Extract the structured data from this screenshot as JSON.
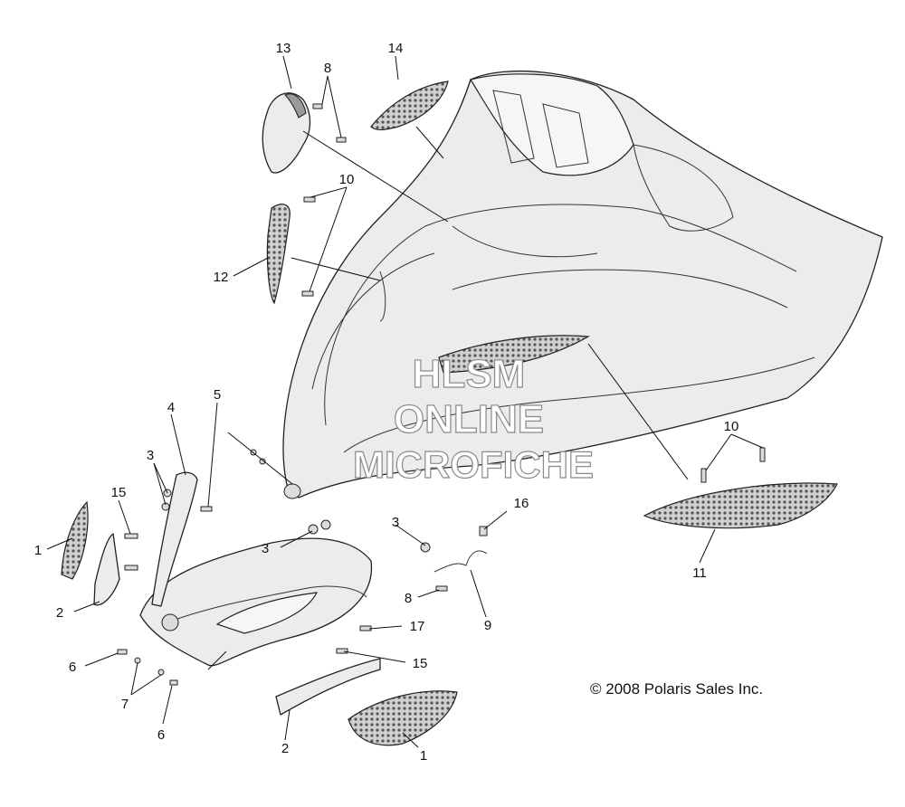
{
  "callouts": [
    {
      "id": "c13",
      "label": "13"
    },
    {
      "id": "c8a",
      "label": "8"
    },
    {
      "id": "c14",
      "label": "14"
    },
    {
      "id": "c10a",
      "label": "10"
    },
    {
      "id": "c12",
      "label": "12"
    },
    {
      "id": "c4",
      "label": "4"
    },
    {
      "id": "c5",
      "label": "5"
    },
    {
      "id": "c3a",
      "label": "3"
    },
    {
      "id": "c15a",
      "label": "15"
    },
    {
      "id": "c1a",
      "label": "1"
    },
    {
      "id": "c3b",
      "label": "3"
    },
    {
      "id": "c3c",
      "label": "3"
    },
    {
      "id": "c16",
      "label": "16"
    },
    {
      "id": "c10b",
      "label": "10"
    },
    {
      "id": "c11",
      "label": "11"
    },
    {
      "id": "c2a",
      "label": "2"
    },
    {
      "id": "c8b",
      "label": "8"
    },
    {
      "id": "c9",
      "label": "9"
    },
    {
      "id": "c17",
      "label": "17"
    },
    {
      "id": "c6a",
      "label": "6"
    },
    {
      "id": "c15b",
      "label": "15"
    },
    {
      "id": "c7",
      "label": "7"
    },
    {
      "id": "c6b",
      "label": "6"
    },
    {
      "id": "c2b",
      "label": "2"
    },
    {
      "id": "c1b",
      "label": "1"
    }
  ],
  "watermark": {
    "line1": "HLSM",
    "line2": "ONLINE",
    "line3": "MICROFICHE"
  },
  "copyright": "© 2008 Polaris Sales Inc."
}
